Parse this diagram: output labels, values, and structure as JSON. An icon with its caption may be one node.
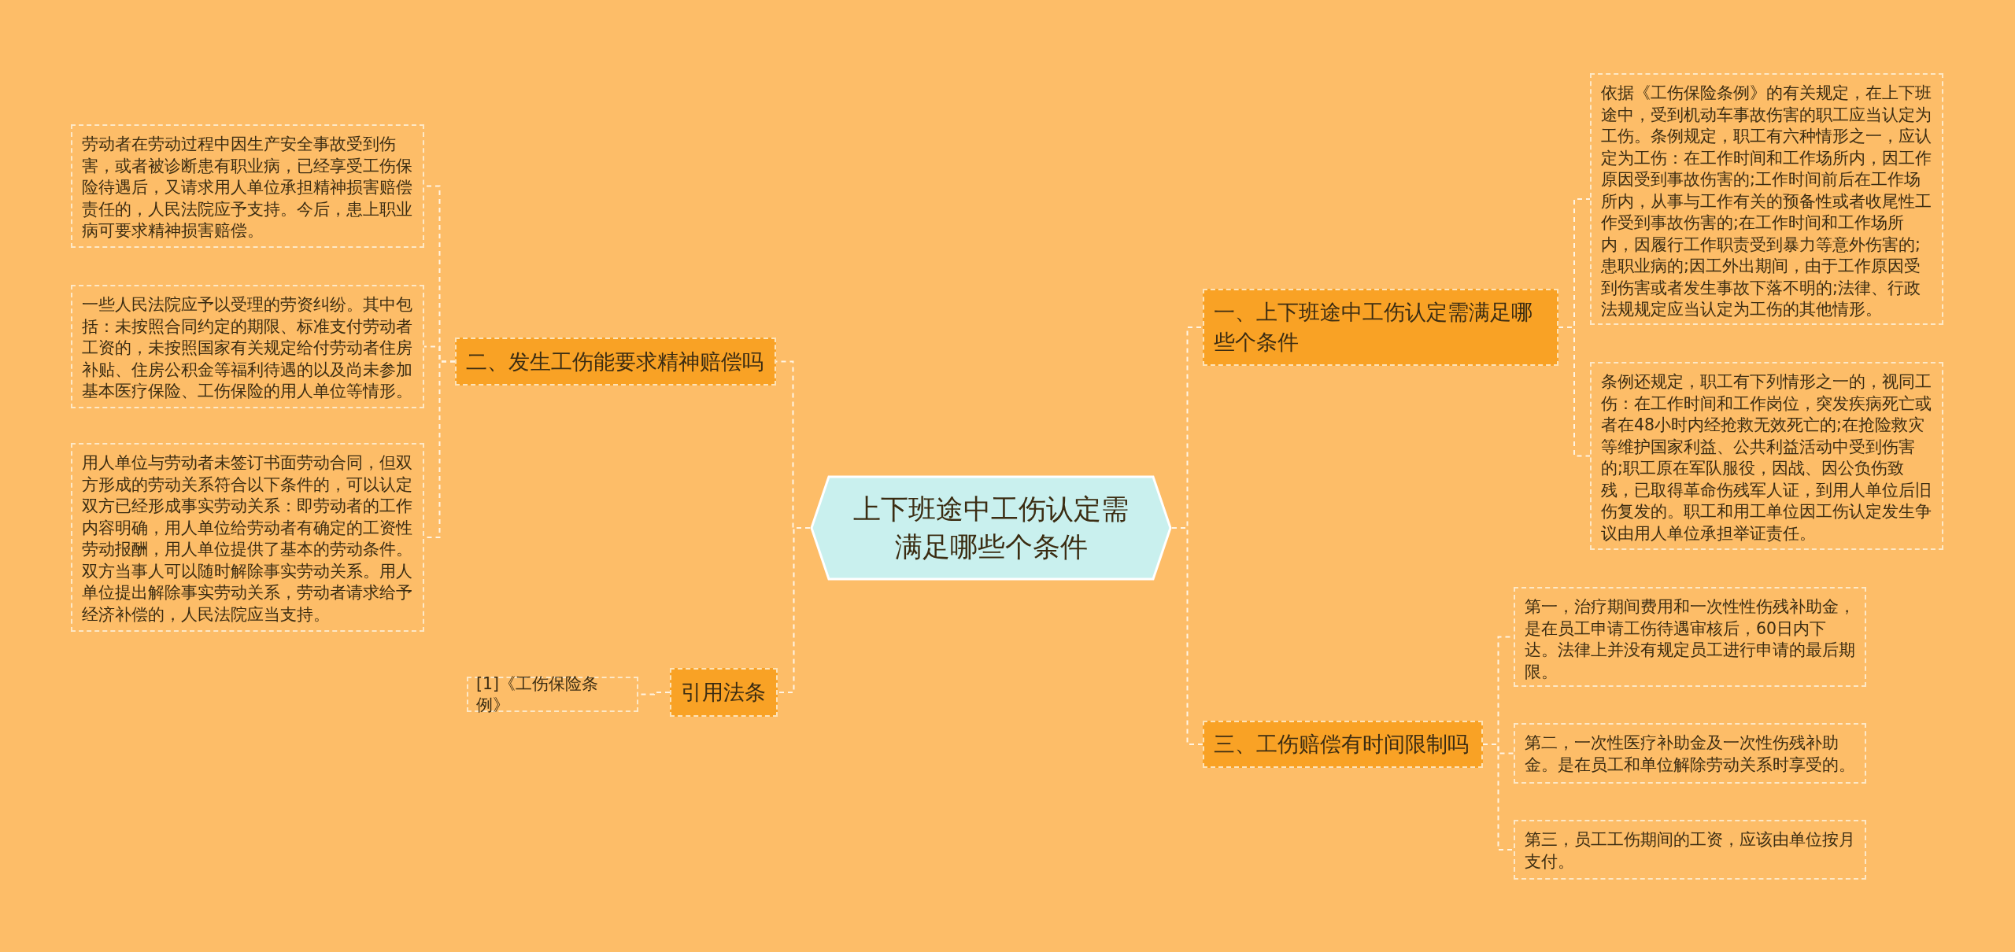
{
  "diagram": {
    "nodes": [
      {
        "text": [
          "上下班途中工伤认定需满足哪些个条件"
        ]
      },
      {
        "text": [
          "一、上下班途中工伤认定需满足哪些个条件"
        ]
      },
      {
        "text": [
          "依据《工伤保险条例》的有关规定，在上下班途中，受到机动车事故伤害的职工应当认定为工伤。条例规定，职工有六种情形之一，应认定为工伤：在工作时间和工作场所内，因工作原因受到事故伤害的;工作时间前后在工作场所内，从事与工作有关的预备性或者收尾性工作受到事故伤害的;在工作时间和工作场所内，因履行工作职责受到暴力等意外伤害的;患职业病的;因工外出期间，由于工作原因受到伤害或者发生事故下落不明的;法律、行政法规规定应当认定为工伤的其他情形。"
        ]
      },
      {
        "text": [
          "条例还规定，职工有下列情形之一的，视同工伤：在工作时间和工作岗位，突发疾病死亡或者在48小时内经抢救无效死亡的;在抢险救灾等维护国家利益、公共利益活动中受到伤害的;职工原在军队服役，因战、因公负伤致残，已取得革命伤残军人证，到用人单位后旧伤复发的。职工和用工单位因工伤认定发生争议由用人单位承担举证责任。"
        ]
      },
      {
        "text": [
          "三、工伤赔偿有时间限制吗"
        ]
      },
      {
        "text": [
          "第一，治疗期间费用和一次性性伤残补助金，是在员工申请工伤待遇审核后，60日内下达。法律上并没有规定员工进行申请的最后期限。"
        ]
      },
      {
        "text": [
          "第二，一次性医疗补助金及一次性伤残补助金。是在员工和单位解除劳动关系时享受的。"
        ]
      },
      {
        "text": [
          "第三，员工工伤期间的工资，应该由单位按月支付。"
        ]
      },
      {
        "text": [
          "二、发生工伤能要求精神赔偿吗"
        ]
      },
      {
        "text": [
          "劳动者在劳动过程中因生产安全事故受到伤害，或者被诊断患有职业病，已经享受工伤保险待遇后，又请求用人单位承担精神损害赔偿责任的，人民法院应予支持。今后，患上职业病可要求精神损害赔偿。"
        ]
      },
      {
        "text": [
          "一些人民法院应予以受理的劳资纠纷。其中包括：未按照合同约定的期限、标准支付劳动者工资的，未按照国家有关规定给付劳动者住房补贴、住房公积金等福利待遇的以及尚未参加基本医疗保险、工伤保险的用人单位等情形。"
        ]
      },
      {
        "text": [
          "用人单位与劳动者未签订书面劳动合同，但双方形成的劳动关系符合以下条件的，可以认定双方已经形成事实劳动关系：即劳动者的工作内容明确，用人单位给劳动者有确定的工资性劳动报酬，用人单位提供了基本的劳动条件。双方当事人可以随时解除事实劳动关系。用人单位提出解除事实劳动关系，劳动者请求给予经济补偿的，人民法院应当支持。"
        ]
      },
      {
        "text": [
          "引用法条"
        ]
      },
      {
        "text": [
          "[1]《工伤保险条例》"
        ]
      }
    ],
    "edges": [
      {
        "from": 0,
        "to": 1,
        "arrow": "none"
      },
      {
        "from": 1,
        "to": 2,
        "arrow": "none"
      },
      {
        "from": 1,
        "to": 3,
        "arrow": "none"
      },
      {
        "from": 0,
        "to": 4,
        "arrow": "none"
      },
      {
        "from": 4,
        "to": 5,
        "arrow": "none"
      },
      {
        "from": 4,
        "to": 6,
        "arrow": "none"
      },
      {
        "from": 4,
        "to": 7,
        "arrow": "none"
      },
      {
        "from": 0,
        "to": 8,
        "arrow": "none"
      },
      {
        "from": 8,
        "to": 9,
        "arrow": "none"
      },
      {
        "from": 8,
        "to": 10,
        "arrow": "none"
      },
      {
        "from": 8,
        "to": 11,
        "arrow": "none"
      },
      {
        "from": 0,
        "to": 12,
        "arrow": "none"
      },
      {
        "from": 12,
        "to": 13,
        "arrow": "none"
      }
    ]
  }
}
